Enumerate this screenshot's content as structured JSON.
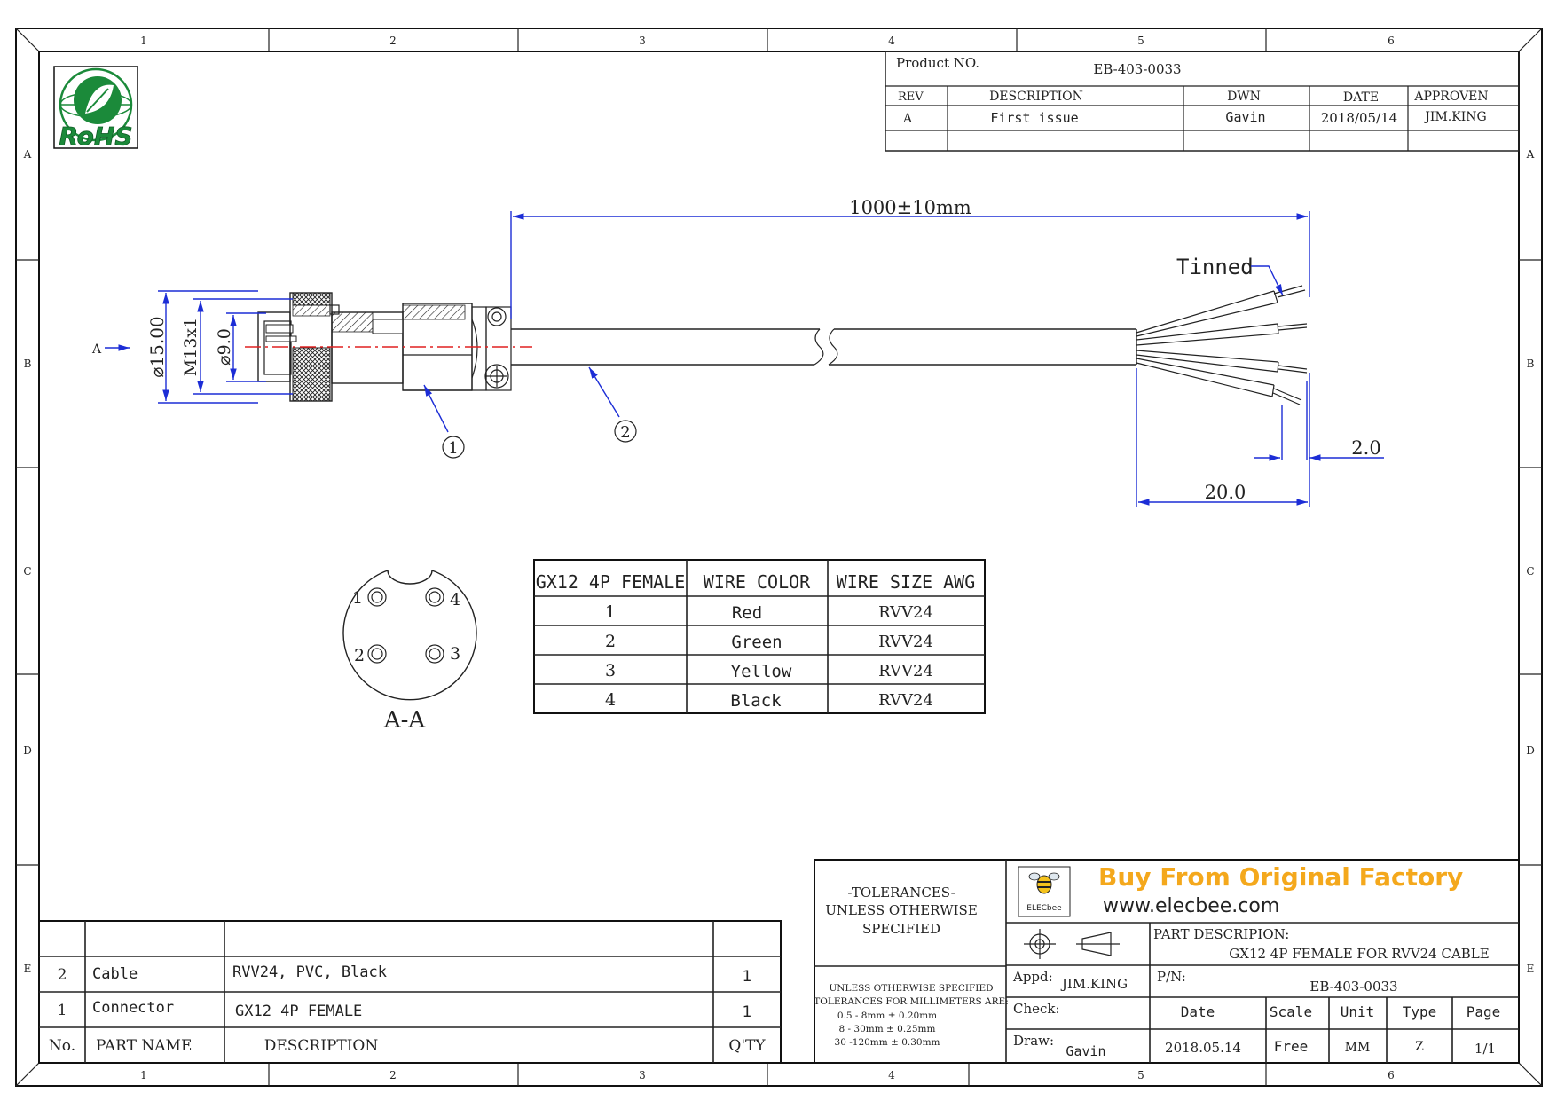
{
  "zones": {
    "columns": [
      "1",
      "2",
      "3",
      "4",
      "5",
      "6"
    ],
    "rows": [
      "A",
      "B",
      "C",
      "D",
      "E"
    ]
  },
  "logo_text": "RoHS",
  "title_block": {
    "product_no_label": "Product NO.",
    "product_no": "EB-403-0033",
    "headers": [
      "REV",
      "DESCRIPTION",
      "DWN",
      "DATE",
      "APPROVEN"
    ],
    "row": [
      "A",
      "First issue",
      "Gavin",
      "2018/05/14",
      "JIM.KING"
    ]
  },
  "dimensions": {
    "length": "1000±10mm",
    "tinned": "Tinned",
    "strip_short": "2.0",
    "strip_long": "20.0",
    "outer_dia": "⌀15.00",
    "thread": "M13x1",
    "inner_dia": "⌀9.0",
    "view_arrow": "A"
  },
  "balloons": [
    "1",
    "2"
  ],
  "section": {
    "label": "A-A",
    "pins": [
      "1",
      "2",
      "3",
      "4"
    ]
  },
  "wire_table": {
    "headers": [
      "GX12 4P FEMALE",
      "WIRE COLOR",
      "WIRE SIZE AWG"
    ],
    "rows": [
      [
        "1",
        "Red",
        "RVV24"
      ],
      [
        "2",
        "Green",
        "RVV24"
      ],
      [
        "3",
        "Yellow",
        "RVV24"
      ],
      [
        "4",
        "Black",
        "RVV24"
      ]
    ]
  },
  "bom": {
    "rows": [
      [
        "2",
        "Cable",
        "RVV24, PVC, Black",
        "1"
      ],
      [
        "1",
        "Connector",
        "GX12 4P FEMALE",
        "1"
      ]
    ],
    "header": [
      "No.",
      "PART NAME",
      "DESCRIPTION",
      "Q'TY"
    ]
  },
  "tolerances": {
    "title_lines": [
      "-TOLERANCES-",
      "UNLESS OTHERWISE",
      "SPECIFIED"
    ],
    "detail_lines": [
      "UNLESS OTHERWISE SPECIFIED",
      "TOLERANCES FOR MILLIMETERS ARE:",
      "0.5 - 8mm ± 0.20mm",
      "8 - 30mm ± 0.25mm",
      "30 -120mm ± 0.30mm"
    ]
  },
  "company": {
    "slogan": "Buy From Original Factory",
    "website": "www.elecbee.com",
    "logo_text": "ELECbee",
    "slogan_color": "#f4a81c"
  },
  "part_block": {
    "description_label": "PART DESCRIPION:",
    "description": "GX12 4P FEMALE FOR RVV24 CABLE",
    "appd_label": "Appd:",
    "appd": "JIM.KING",
    "pn_label": "P/N:",
    "pn": "EB-403-0033",
    "check_label": "Check:",
    "draw_label": "Draw:",
    "draw": "Gavin",
    "headers": [
      "Date",
      "Scale",
      "Unit",
      "Type",
      "Page"
    ],
    "values": [
      "2018.05.14",
      "Free",
      "MM",
      "Z",
      "1/1"
    ]
  },
  "colors": {
    "dimension": "#1c2dd6",
    "centerline": "#e02020",
    "rohs": "#1b8a3a"
  }
}
